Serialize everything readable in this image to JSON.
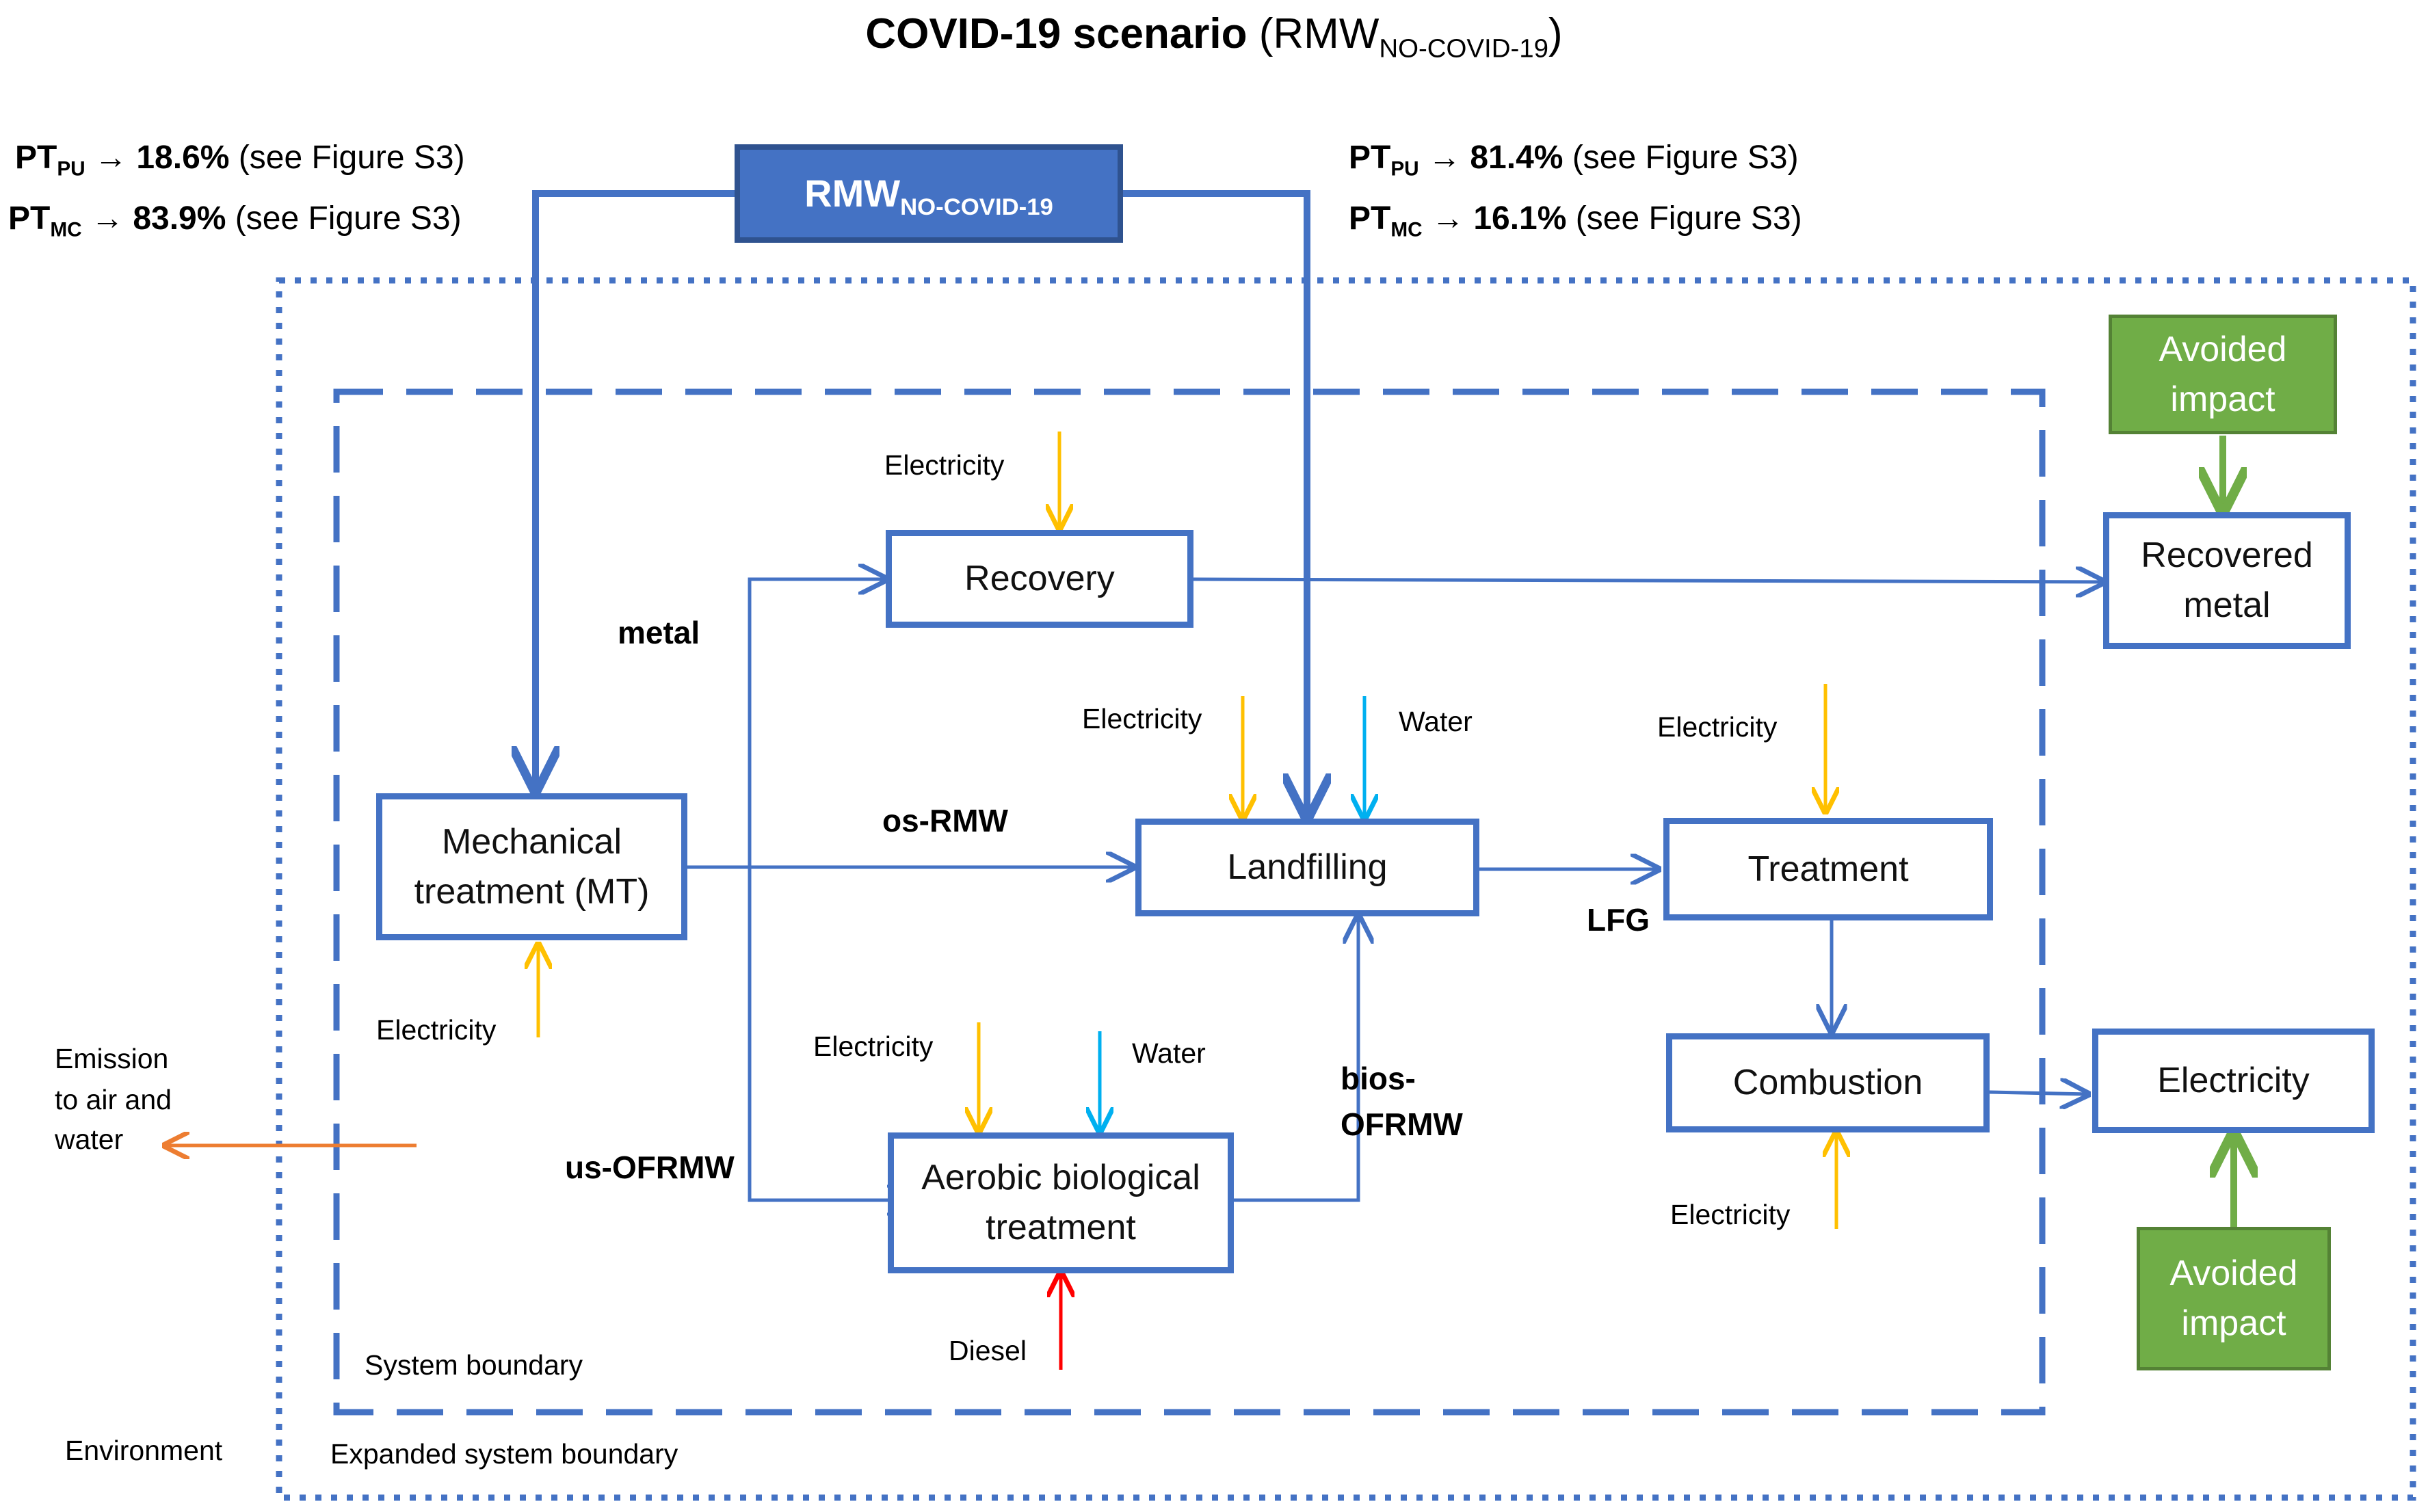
{
  "title": {
    "main": "COVID-19 scenario",
    "paren_open": "(RMW",
    "paren_sub": "NO-COVID-19",
    "paren_close": ")"
  },
  "source": {
    "main": "RMW",
    "sub": "NO-COVID-19"
  },
  "pt_left": [
    {
      "name": "PT",
      "sub": "PU",
      "arrow": "→",
      "value": "18.6%",
      "ref": "(see Figure S3)"
    },
    {
      "name": "PT",
      "sub": "MC",
      "arrow": "→",
      "value": "83.9%",
      "ref": "(see Figure S3)"
    }
  ],
  "pt_right": [
    {
      "name": "PT",
      "sub": "PU",
      "arrow": "→",
      "value": "81.4%",
      "ref": "(see Figure S3)"
    },
    {
      "name": "PT",
      "sub": "MC",
      "arrow": "→",
      "value": "16.1%",
      "ref": "(see Figure S3)"
    }
  ],
  "boxes": {
    "mechanical": "Mechanical treatment (MT)",
    "recovery": "Recovery",
    "landfilling": "Landfilling",
    "aerobic": "Aerobic biological treatment",
    "treatment": "Treatment",
    "combustion": "Combustion",
    "recovered_metal": "Recovered metal",
    "electricity_out": "Electricity",
    "avoided_top": "Avoided impact",
    "avoided_bottom": "Avoided impact"
  },
  "flows": {
    "metal": "metal",
    "os_rmw": "os-RMW",
    "us_ofrmw": "us-OFRMW",
    "bios_ofrmw_1": "bios-",
    "bios_ofrmw_2": "OFRMW",
    "lfg": "LFG"
  },
  "inputs": {
    "elec_recovery": "Electricity",
    "elec_landfill": "Electricity",
    "water_landfill": "Water",
    "elec_treatment": "Electricity",
    "elec_mt": "Electricity",
    "elec_aerobic": "Electricity",
    "water_aerobic": "Water",
    "diesel_aerobic": "Diesel",
    "elec_combustion": "Electricity"
  },
  "emission": [
    "Emission",
    "to air and",
    "water"
  ],
  "boundaries": {
    "system": "System boundary",
    "expanded": "Expanded system boundary",
    "environment": "Environment"
  },
  "colors": {
    "blue": "#4472C4",
    "dark_blue": "#2F528F",
    "green": "#70AD47",
    "electricity_arrow": "#FFC000",
    "water_arrow": "#00B0F0",
    "diesel_arrow": "#FF0000",
    "emission_arrow": "#ED7D31"
  }
}
